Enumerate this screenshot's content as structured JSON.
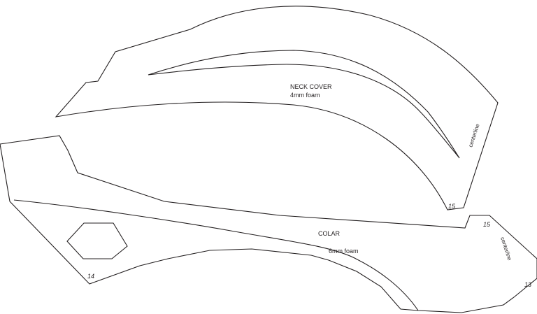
{
  "colors": {
    "line": "#231f20",
    "background": "#ffffff"
  },
  "neck_cover": {
    "title": "NECK COVER",
    "material": "4mm foam",
    "centerline_label": "centerline",
    "piece_number": "15"
  },
  "collar": {
    "title": "COLAR",
    "material": "6mm foam",
    "centerline_label": "centerline",
    "piece_number_left": "14",
    "piece_number_top_right": "15",
    "piece_number_bottom_right": "13"
  }
}
